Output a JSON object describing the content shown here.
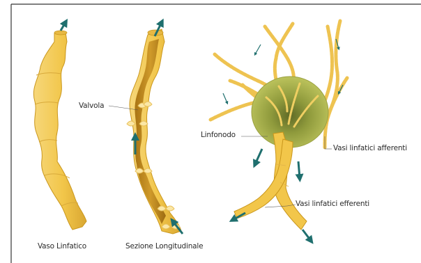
{
  "labels": {
    "valve": "Valvola",
    "lymph_node": "Linfonodo",
    "afferent_vessels": "Vasi linfatici afferenti",
    "efferent_vessels": "Vasi linfatici efferenti",
    "lymphatic_vessel": "Vaso Linfatico",
    "longitudinal_section": "Sezione Longitudinale"
  },
  "colors": {
    "vessel_fill": "#f1c64c",
    "vessel_light": "#f8dc83",
    "vessel_stroke": "#c9961c",
    "section_interior": "#c48d1e",
    "node_fill": "#a9b24a",
    "arrow": "#1f6f6e",
    "frame": "#333333"
  }
}
